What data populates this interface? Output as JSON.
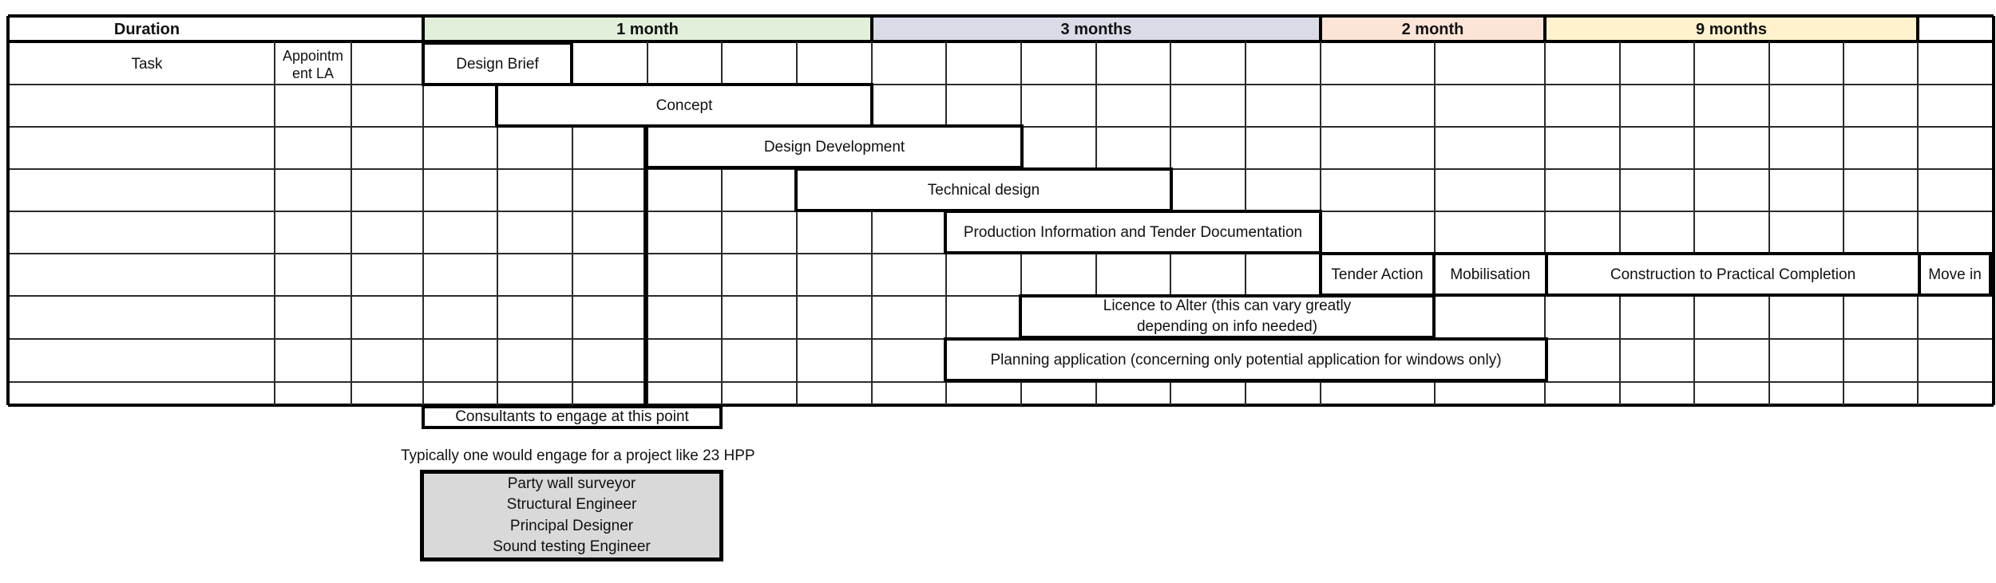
{
  "header": {
    "duration_label": "Duration",
    "phases": [
      {
        "label": "1 month",
        "color": "#e2efda"
      },
      {
        "label": "3 months",
        "color": "#d9dbe6"
      },
      {
        "label": "2 month",
        "color": "#fce4d6"
      },
      {
        "label": "9 months",
        "color": "#fff2cc"
      }
    ]
  },
  "row_labels": {
    "task": "Task",
    "appointment": "Appointment LA"
  },
  "tasks": [
    "Design Brief",
    "Concept",
    "Design Development",
    "Technical design",
    "Production Information and Tender Documentation",
    "Tender Action",
    "Mobilisation",
    "Construction to Practical Completion",
    "Move in",
    "Licence to Alter (this can vary greatly depending on info needed)",
    "Planning application (concerning only potential application for windows only)"
  ],
  "notes": {
    "consultants": "Consultants to engage at this point",
    "typically": "Typically one would engage for a project like 23 HPP"
  },
  "consultants": [
    "Party wall surveyor",
    "Structural Engineer",
    "Principal Designer",
    "Sound testing Engineer"
  ],
  "colors": {
    "consultant_box": "#d9d9d9",
    "border": "#000000"
  }
}
